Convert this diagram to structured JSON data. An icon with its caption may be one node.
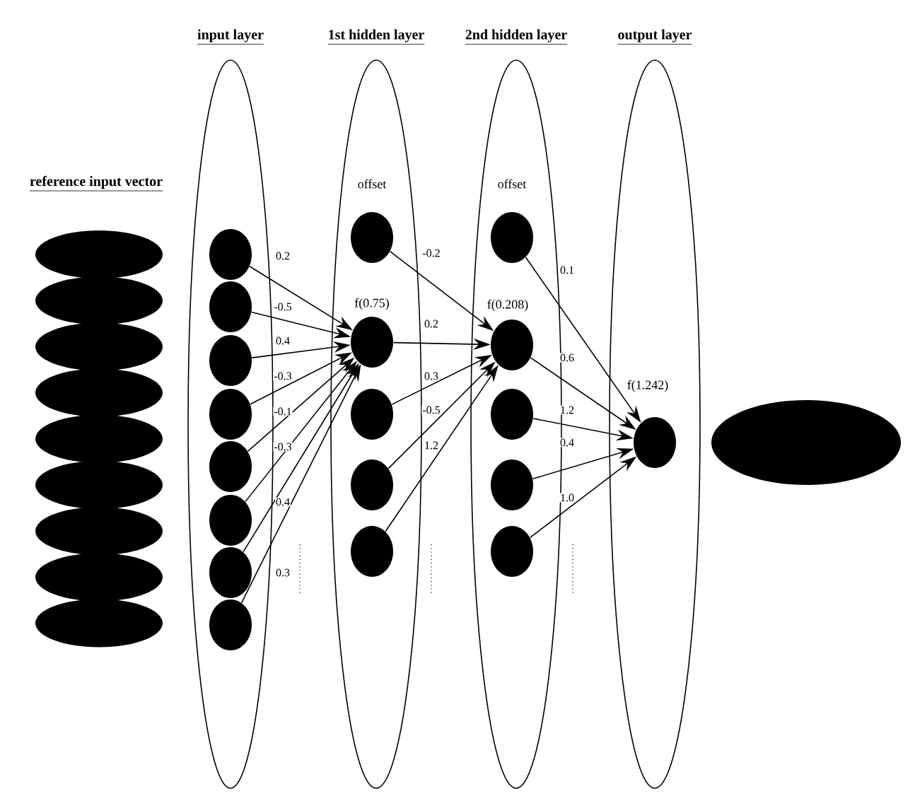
{
  "diagram": {
    "nodes": [
      {
        "text": [
          "input layer"
        ]
      },
      {
        "text": [],
        "shape": "circle",
        "in": 0
      },
      {
        "text": [],
        "shape": "circle",
        "in": 0
      },
      {
        "text": [],
        "shape": "circle",
        "in": 0
      },
      {
        "text": [],
        "shape": "circle",
        "in": 0
      },
      {
        "text": [],
        "shape": "circle",
        "in": 0
      },
      {
        "text": [],
        "shape": "circle",
        "in": 0
      },
      {
        "text": [],
        "shape": "circle",
        "in": 0
      },
      {
        "text": [],
        "shape": "circle",
        "in": 0
      },
      {
        "text": [
          "1st hidden layer"
        ]
      },
      {
        "text": [],
        "shape": "circle",
        "in": 9,
        "beside": [
          "offset"
        ]
      },
      {
        "text": [],
        "shape": "circle",
        "in": 9,
        "beside": [
          "f(0.75)"
        ]
      },
      {
        "text": [],
        "shape": "circle",
        "in": 9
      },
      {
        "text": [],
        "shape": "circle",
        "in": 9
      },
      {
        "text": [],
        "shape": "circle",
        "in": 9
      },
      {
        "text": [
          "2nd hidden layer"
        ]
      },
      {
        "text": [],
        "shape": "circle",
        "in": 15,
        "beside": [
          "offset"
        ]
      },
      {
        "text": [],
        "shape": "circle",
        "in": 15,
        "beside": [
          "f(0.208)"
        ]
      },
      {
        "text": [],
        "shape": "circle",
        "in": 15
      },
      {
        "text": [],
        "shape": "circle",
        "in": 15
      },
      {
        "text": [],
        "shape": "circle",
        "in": 15
      },
      {
        "text": [
          "output layer"
        ]
      },
      {
        "text": [],
        "shape": "circle",
        "in": 21,
        "beside": [
          "f(1.242)"
        ]
      }
    ],
    "edges": [
      {
        "from": 1,
        "to": 11,
        "arrow": "to",
        "label": "0.2"
      },
      {
        "from": 2,
        "to": 11,
        "arrow": "to",
        "label": "-0.5"
      },
      {
        "from": 3,
        "to": 11,
        "arrow": "to",
        "label": "0.4"
      },
      {
        "from": 4,
        "to": 11,
        "arrow": "to",
        "label": "-0.3"
      },
      {
        "from": 5,
        "to": 11,
        "arrow": "to",
        "label": "-0.1"
      },
      {
        "from": 6,
        "to": 11,
        "arrow": "to",
        "label": "-0.3"
      },
      {
        "from": 7,
        "to": 11,
        "arrow": "to",
        "label": "0.4"
      },
      {
        "from": 8,
        "to": 11,
        "arrow": "to",
        "label": "0.3"
      },
      {
        "from": 10,
        "to": 17,
        "arrow": "to",
        "label": "-0.2"
      },
      {
        "from": 11,
        "to": 17,
        "arrow": "to",
        "label": "0.2"
      },
      {
        "from": 12,
        "to": 17,
        "arrow": "to",
        "label": "0.3"
      },
      {
        "from": 13,
        "to": 17,
        "arrow": "to",
        "label": "-0.5"
      },
      {
        "from": 14,
        "to": 17,
        "arrow": "to",
        "label": "1.2"
      },
      {
        "from": 16,
        "to": 22,
        "arrow": "to",
        "label": "0.1"
      },
      {
        "from": 17,
        "to": 22,
        "arrow": "to",
        "label": "0.6"
      },
      {
        "from": 18,
        "to": 22,
        "arrow": "to",
        "label": "1.2"
      },
      {
        "from": 19,
        "to": 22,
        "arrow": "to",
        "label": "0.4"
      },
      {
        "from": 20,
        "to": 22,
        "arrow": "to",
        "label": "1.0"
      }
    ],
    "labels": [
      "reference input vector"
    ]
  }
}
